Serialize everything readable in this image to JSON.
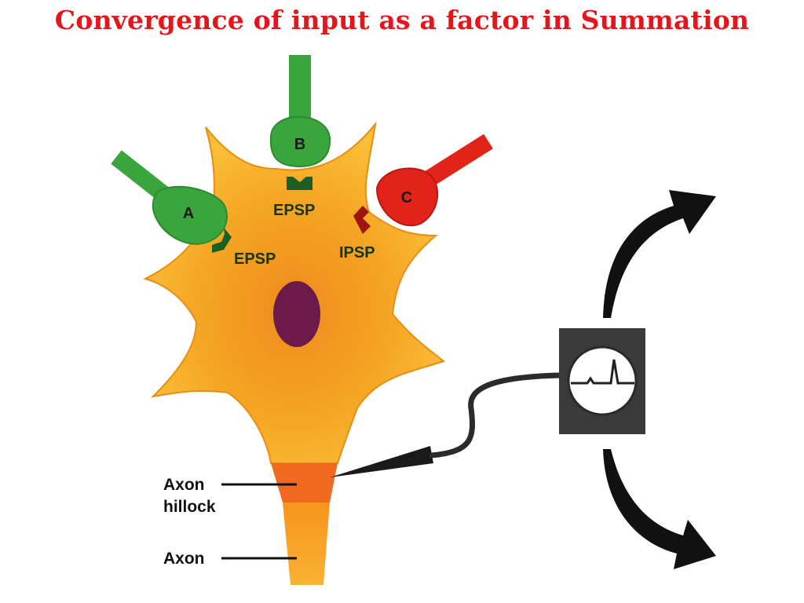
{
  "title": "Convergence of input as a factor in Summation",
  "neurons": {
    "a": {
      "label": "A"
    },
    "b": {
      "label": "B"
    },
    "c": {
      "label": "C"
    }
  },
  "synapses": {
    "a": {
      "label": "EPSP"
    },
    "b": {
      "label": "EPSP"
    },
    "c": {
      "label": "IPSP"
    }
  },
  "labels": {
    "axon_hillock_line1": "Axon",
    "axon_hillock_line2": "hillock",
    "axon": "Axon"
  },
  "colors": {
    "title": "#e8141b",
    "excitatory": "#3aa53c",
    "excitatory_dark": "#1d5e24",
    "inhibitory": "#e2231a",
    "inhibitory_dark": "#a0140e",
    "soma": "#f5a623",
    "hillock": "#f0502a",
    "nucleus": "#6b1a4a",
    "meter": "#3a3a3a",
    "arrow": "#111111"
  },
  "icons": {
    "meter": "oscilloscope-icon",
    "output_up": "curved-arrow-up-icon",
    "output_down": "curved-arrow-down-icon"
  }
}
